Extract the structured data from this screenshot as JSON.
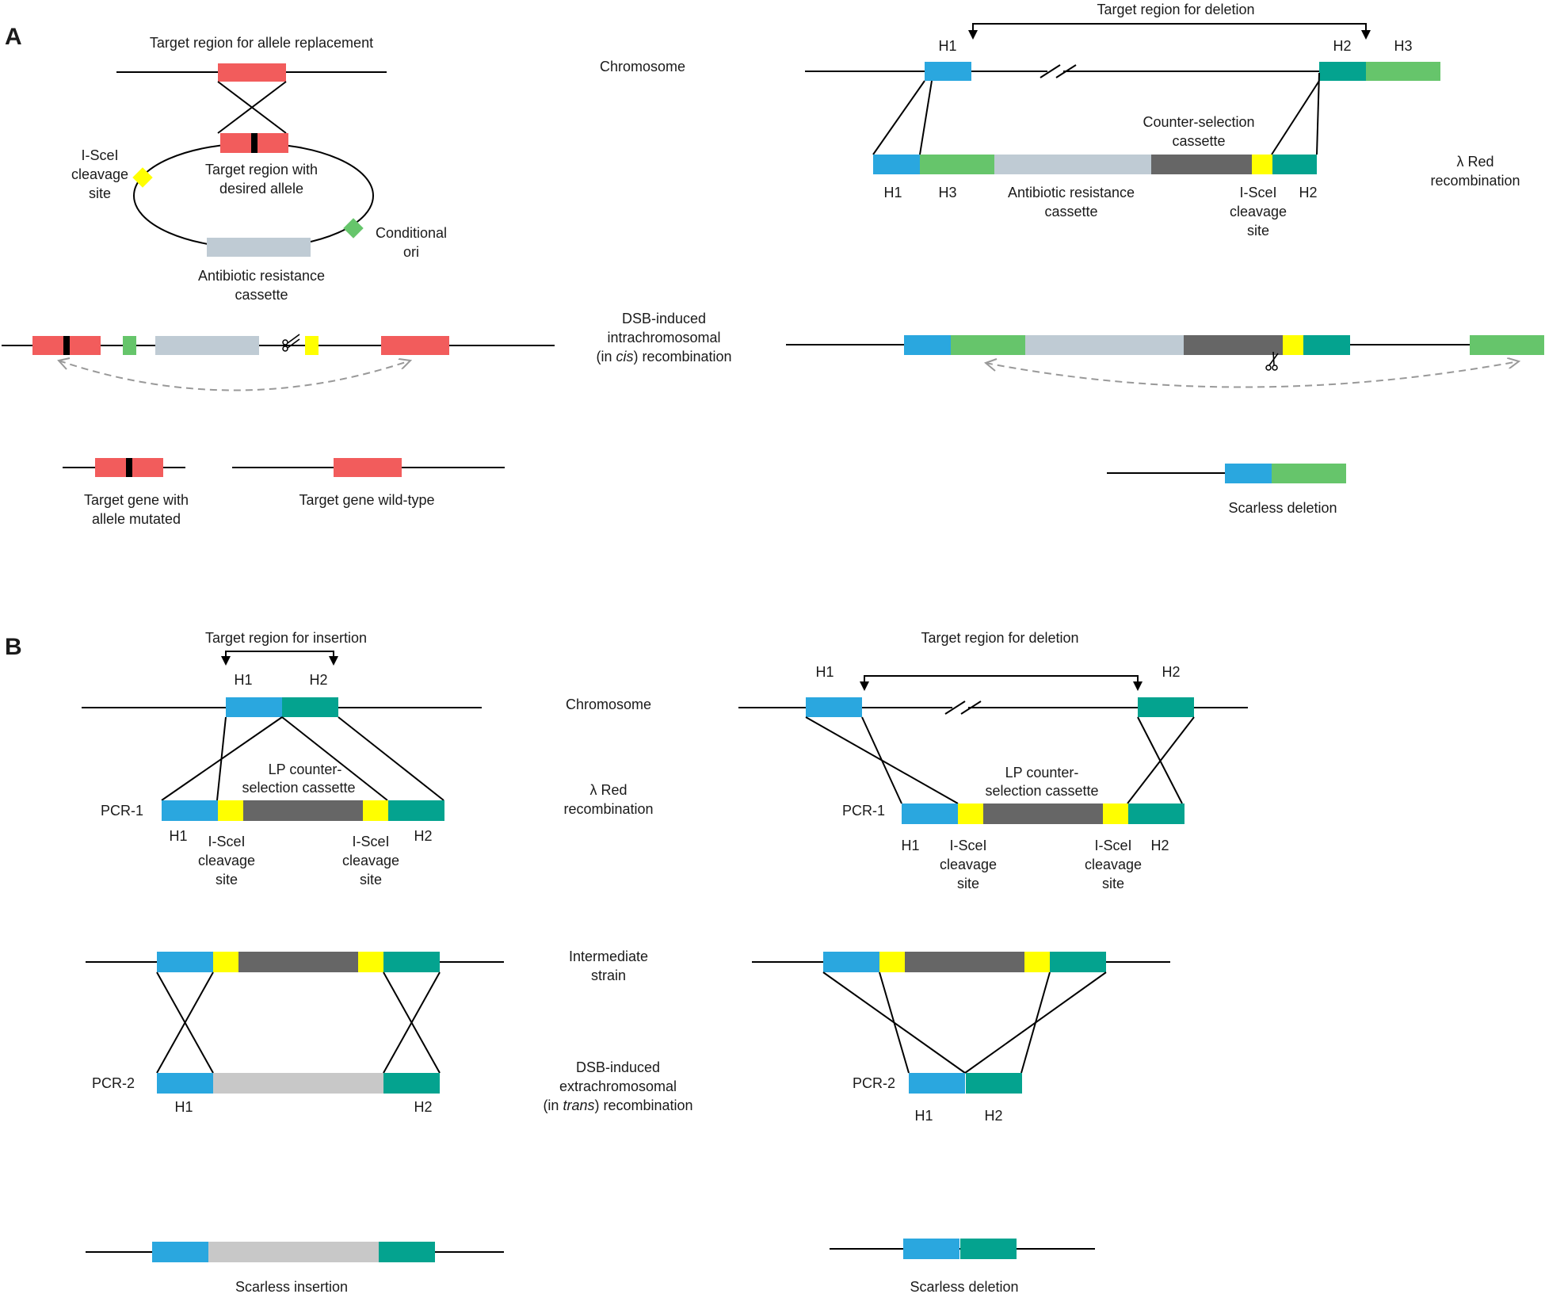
{
  "colors": {
    "red": "#f25c5c",
    "yellow": "#ffff00",
    "green": "#66c56b",
    "light_gray": "#bfcbd4",
    "dark_gray": "#666666",
    "cyan": "#2aa7df",
    "teal": "#04a38f",
    "pale_gray": "#c8c8c8",
    "black": "#000000",
    "dash_gray": "#999999"
  },
  "panels": {
    "a": "A",
    "b": "B"
  },
  "a_left": {
    "target_allele": "Target region for allele replacement",
    "isce_l1": "I-SceI",
    "isce_l2": "cleavage",
    "isce_l3": "site",
    "desired_l1": "Target region with",
    "desired_l2": "desired allele",
    "cond_l1": "Conditional",
    "cond_l2": "ori",
    "abr_l1": "Antibiotic resistance",
    "abr_l2": "cassette",
    "mut_l1": "Target gene with",
    "mut_l2": "allele mutated",
    "wt": "Target gene wild-type"
  },
  "a_center": {
    "chromosome": "Chromosome",
    "dsb_l1": "DSB-induced",
    "dsb_l2": "intrachromosomal",
    "dsb_l3a": "(in ",
    "dsb_l3b": "cis",
    "dsb_l3c": ") recombination"
  },
  "a_right": {
    "target_deletion": "Target region for deletion",
    "h1": "H1",
    "h2": "H2",
    "h3": "H3",
    "counter_l1": "Counter-selection",
    "counter_l2": "cassette",
    "abr_l1": "Antibiotic resistance",
    "abr_l2": "cassette",
    "isce_l1": "I-SceI",
    "isce_l2": "cleavage",
    "isce_l3": "site",
    "lambda_l1": "λ Red",
    "lambda_l2": "recombination",
    "scarless": "Scarless deletion"
  },
  "b_left": {
    "target_insertion": "Target region for insertion",
    "h1": "H1",
    "h2": "H2",
    "lp_l1": "LP counter-",
    "lp_l2": "selection cassette",
    "pcr1": "PCR-1",
    "pcr2": "PCR-2",
    "isce_l1": "I-SceI",
    "isce_l2": "cleavage",
    "isce_l3": "site",
    "scarless": "Scarless insertion"
  },
  "b_center": {
    "chromosome": "Chromosome",
    "lambda_l1": "λ Red",
    "lambda_l2": "recombination",
    "inter_l1": "Intermediate",
    "inter_l2": "strain",
    "dsb_l1": "DSB-induced",
    "dsb_l2": "extrachromosomal",
    "dsb_l3a": "(in ",
    "dsb_l3b": "trans",
    "dsb_l3c": ") recombination"
  },
  "b_right": {
    "target_deletion": "Target region for deletion",
    "h1": "H1",
    "h2": "H2",
    "lp_l1": "LP counter-",
    "lp_l2": "selection cassette",
    "pcr1": "PCR-1",
    "pcr2": "PCR-2",
    "isce_l1": "I-SceI",
    "isce_l2": "cleavage",
    "isce_l3": "site",
    "scarless": "Scarless deletion"
  }
}
